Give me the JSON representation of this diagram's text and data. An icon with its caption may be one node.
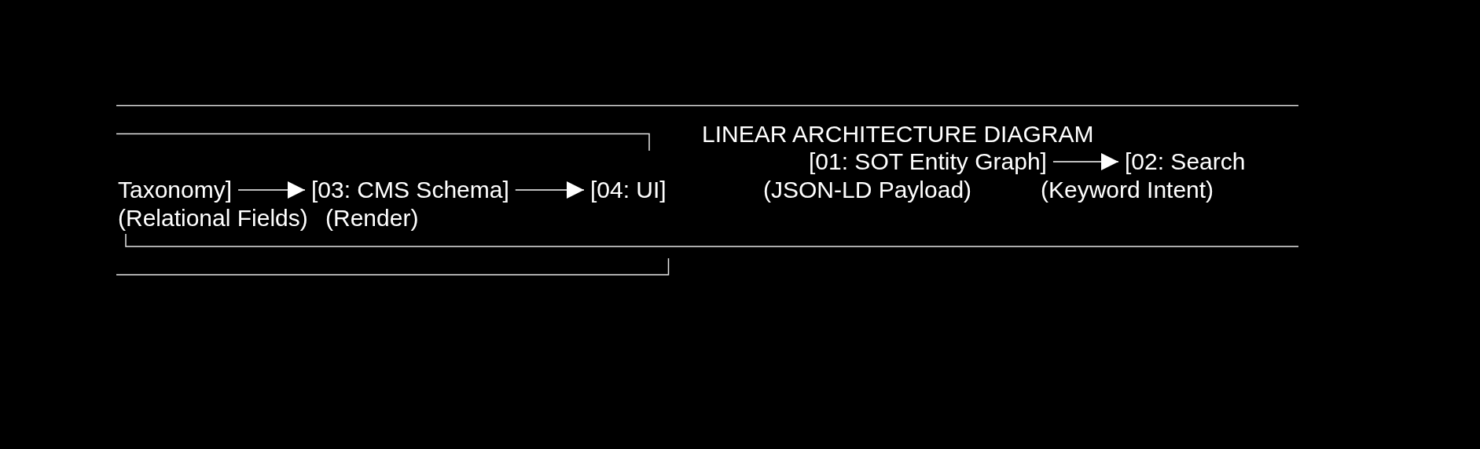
{
  "diagram": {
    "title": "LINEAR ARCHITECTURE DIAGRAM",
    "nodes": [
      {
        "text": [
          "[01: SOT Entity Graph]"
        ],
        "beside": [
          "(JSON-LD Payload)"
        ]
      },
      {
        "text": [
          "[02: Search"
        ],
        "beside": [
          "(Keyword Intent)"
        ]
      },
      {
        "text": [
          "Taxonomy]"
        ],
        "beside": [
          "(Relational Fields)"
        ]
      },
      {
        "text": [
          "[03: CMS Schema]"
        ],
        "beside": [
          "(Render)"
        ]
      },
      {
        "text": [
          "[04: UI]"
        ]
      }
    ],
    "edges": [
      {
        "from": 0,
        "to": 1,
        "arrow": "to"
      },
      {
        "from": 2,
        "to": 3,
        "arrow": "to"
      },
      {
        "from": 3,
        "to": 4,
        "arrow": "to"
      }
    ]
  }
}
